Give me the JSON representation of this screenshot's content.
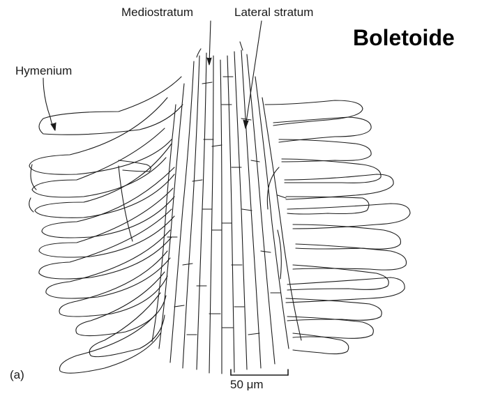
{
  "title": "Boletoide",
  "labels": {
    "mediostratum": "Mediostratum",
    "lateral_stratum": "Lateral stratum",
    "hymenium": "Hymenium",
    "panel": "(a)",
    "scale_bar": "50 μm"
  },
  "colors": {
    "ink": "#1a1a1a",
    "background": "#ffffff"
  }
}
